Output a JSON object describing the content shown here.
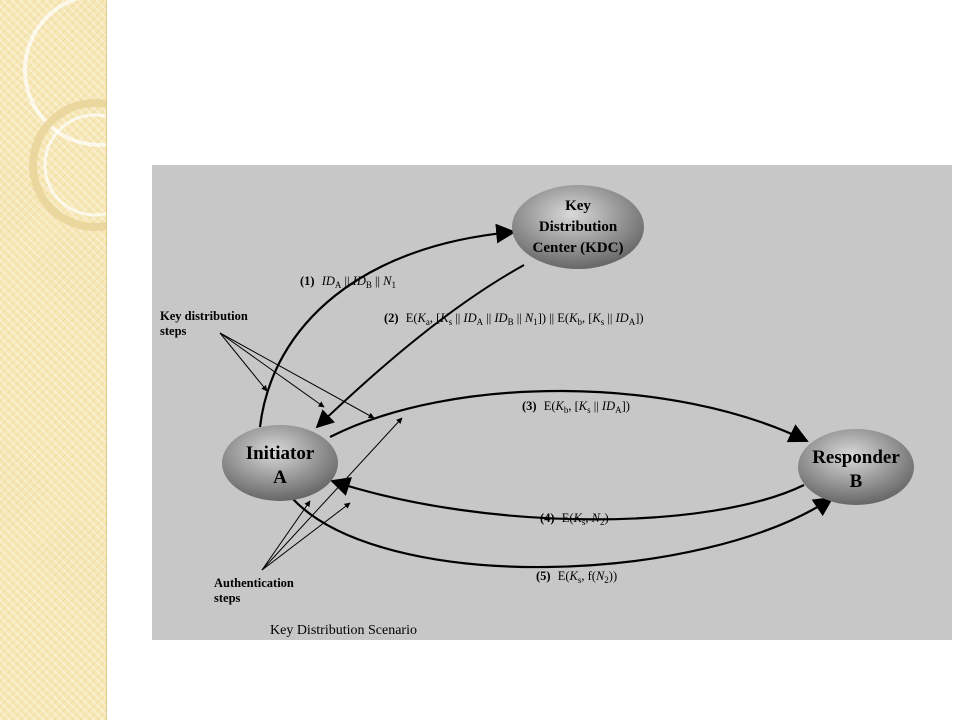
{
  "diagram": {
    "nodes": {
      "kdc": [
        "Key",
        "Distribution",
        "Center (KDC)"
      ],
      "initiator": [
        "Initiator",
        "A"
      ],
      "responder": [
        "Responder",
        "B"
      ]
    },
    "side_labels": {
      "key_distribution": [
        "Key distribution",
        "steps"
      ],
      "authentication": [
        "Authentication",
        "steps"
      ]
    },
    "edges": {
      "step1": {
        "num": "(1)",
        "text": "ID_A || ID_B || N_1"
      },
      "step2": {
        "num": "(2)",
        "text": "E(K_a, [K_s || ID_A || ID_B || N_1]) || E(K_b, [K_s || ID_A])"
      },
      "step3": {
        "num": "(3)",
        "text": "E(K_b, [K_s || ID_A])"
      },
      "step4": {
        "num": "(4)",
        "text": "E(K_s, N_2)"
      },
      "step5": {
        "num": "(5)",
        "text": "E(K_s, f(N_2))"
      }
    },
    "caption": "Key Distribution Scenario"
  },
  "colors": {
    "figure_bg": "#c7c7c7",
    "strip_bg": "#f6e7b4",
    "node_dark": "#6f6f6f",
    "node_light": "#d9d9d9"
  }
}
